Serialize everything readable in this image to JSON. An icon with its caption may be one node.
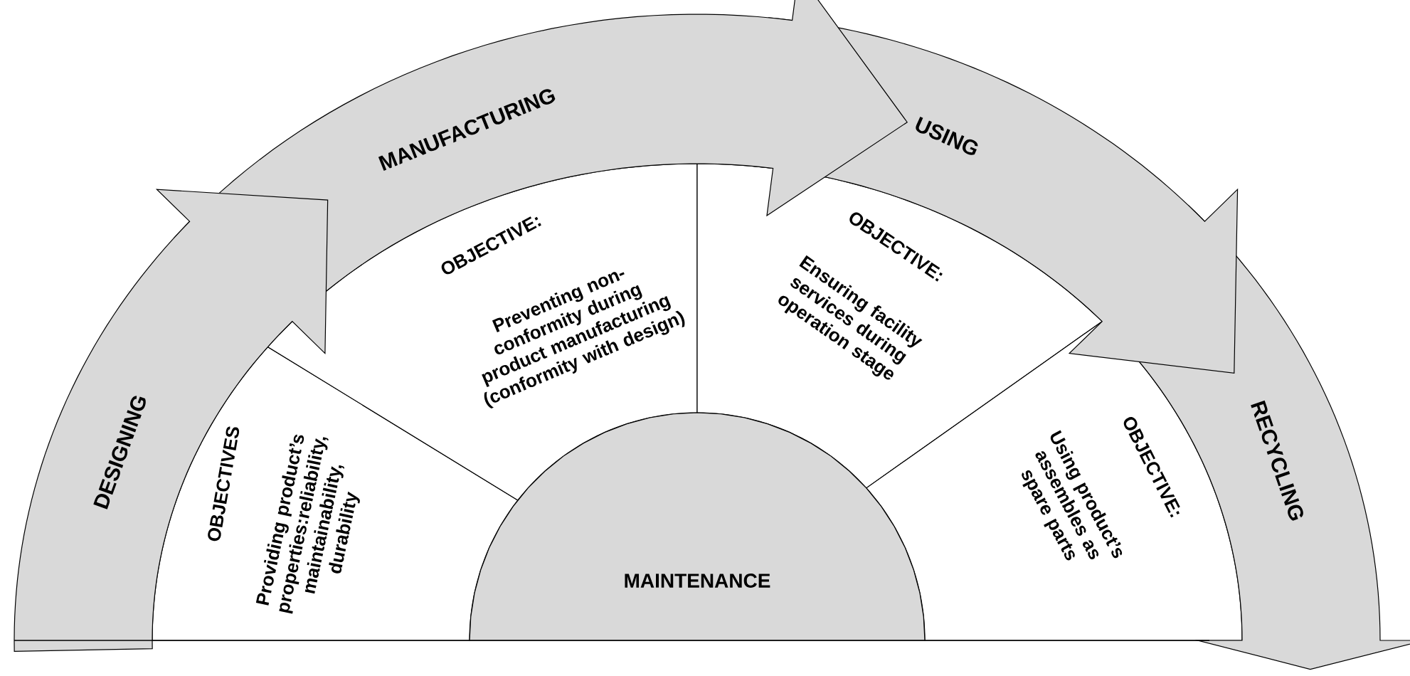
{
  "diagram": {
    "nodes": [
      {
        "text": [
          "DESIGNING"
        ]
      },
      {
        "text": [
          "MANUFACTURING"
        ]
      },
      {
        "text": [
          "USING"
        ]
      },
      {
        "text": [
          "RECYCLING"
        ]
      },
      {
        "text": [
          "OBJECTIVES",
          "Providing product’s properties:reliability, maintainability, durability"
        ]
      },
      {
        "text": [
          "OBJECTIVE:",
          "Preventing non-conformity during product manufacturing (conformity with design)"
        ]
      },
      {
        "text": [
          "OBJECTIVE:",
          "Ensuring facility services during operation stage"
        ]
      },
      {
        "text": [
          "OBJECTIVE:",
          "Using product’s assembles as spare parts"
        ]
      },
      {
        "text": [
          "MAINTENANCE"
        ]
      }
    ]
  }
}
